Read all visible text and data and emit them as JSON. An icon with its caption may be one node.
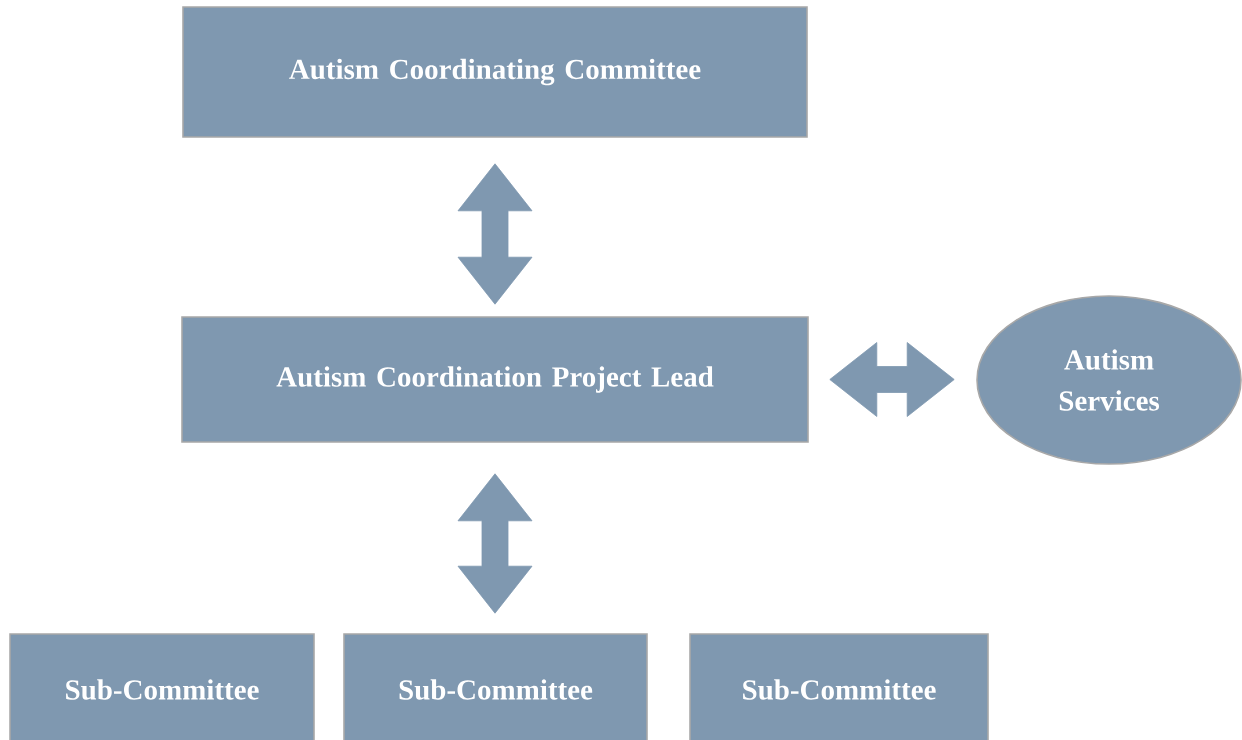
{
  "diagram": {
    "nodes": [
      {
        "text": [
          "Autism Coordinating Committee"
        ]
      },
      {
        "text": [
          "Autism Coordination Project Lead"
        ]
      },
      {
        "text": [
          "Autism Services"
        ]
      },
      {
        "text": [
          "Sub-Committee"
        ]
      },
      {
        "text": [
          "Sub-Committee"
        ]
      },
      {
        "text": [
          "Sub-Committee"
        ]
      }
    ],
    "edges": [
      {
        "from": 0,
        "to": 1,
        "arrow": "both"
      },
      {
        "from": 1,
        "to": 2,
        "arrow": "both"
      },
      {
        "from": 1,
        "to": 4,
        "arrow": "both"
      }
    ]
  }
}
